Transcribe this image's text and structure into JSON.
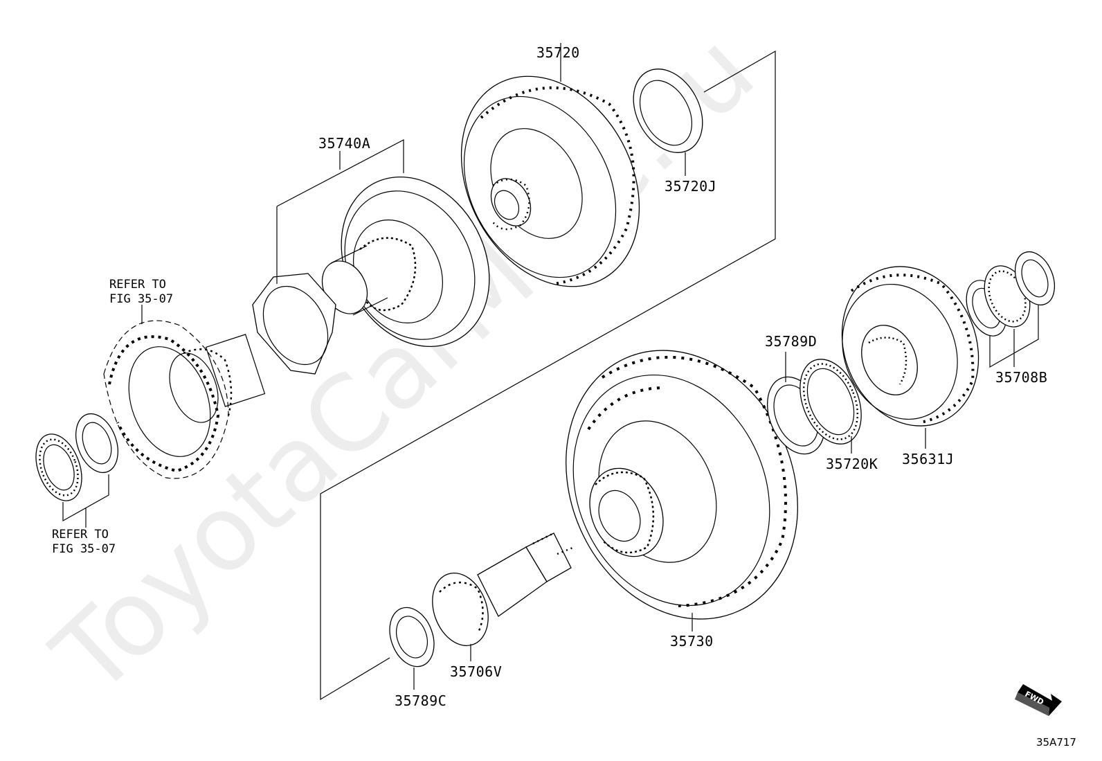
{
  "diagram": {
    "watermark": "ToyotaCarMine.ru",
    "labels": {
      "p35720": "35720",
      "p35740A": "35740A",
      "p35720J": "35720J",
      "p35789D": "35789D",
      "p35708B": "35708B",
      "p35720K": "35720K",
      "p35631J": "35631J",
      "p35730": "35730",
      "p35706V": "35706V",
      "p35789C": "35789C"
    },
    "refer_top": {
      "line1": "REFER TO",
      "line2": "FIG 35-07"
    },
    "refer_bottom": {
      "line1": "REFER TO",
      "line2": "FIG 35-07"
    },
    "fwd_label": "FWD",
    "fig_code": "35A717"
  }
}
